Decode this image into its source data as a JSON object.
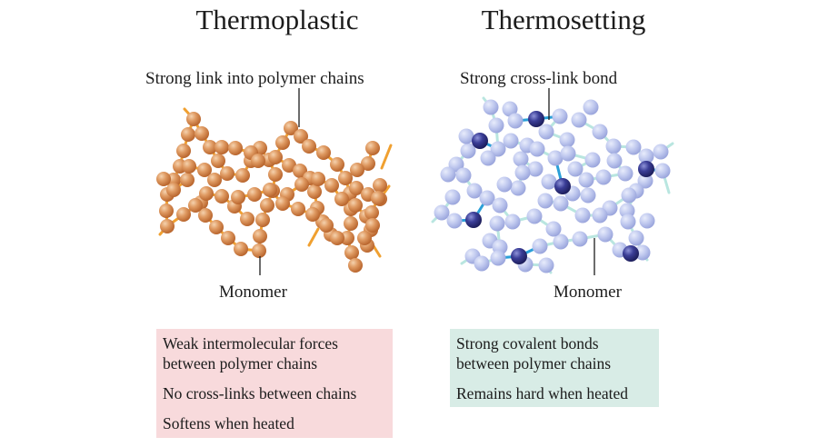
{
  "thermoplastic": {
    "title": "Thermoplastic",
    "top_label": "Strong link into polymer chains",
    "bottom_label": "Monomer",
    "properties": [
      "Weak intermolecular forces between polymer chains",
      "No cross-links between chains",
      "Softens when heated"
    ]
  },
  "thermosetting": {
    "title": "Thermosetting",
    "top_label": "Strong cross-link bond",
    "bottom_label": "Monomer",
    "properties": [
      "Strong covalent bonds between polymer chains",
      "Remains hard when heated"
    ]
  },
  "colors": {
    "thermoplastic_monomer": "#d98c52",
    "thermoplastic_bond": "#f0a030",
    "thermosetting_monomer": "#b9c3ec",
    "crosslink_atom": "#2d2f7c",
    "crosslink_bond": "#2a9fd8",
    "thermoplastic_box": "#f8dadc",
    "thermosetting_box": "#d8ece6"
  }
}
